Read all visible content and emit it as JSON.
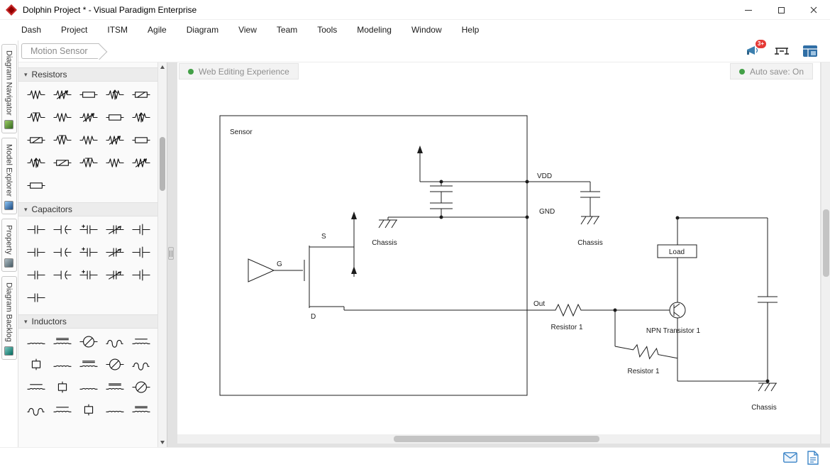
{
  "window": {
    "title": "Dolphin Project * - Visual Paradigm Enterprise"
  },
  "menu": {
    "items": [
      "Dash",
      "Project",
      "ITSM",
      "Agile",
      "Diagram",
      "View",
      "Team",
      "Tools",
      "Modeling",
      "Window",
      "Help"
    ]
  },
  "breadcrumb": {
    "label": "Motion Sensor"
  },
  "toolbar": {
    "notification_badge": "3+"
  },
  "side_tabs": {
    "items": [
      {
        "label": "Diagram Navigator"
      },
      {
        "label": "Model Explorer"
      },
      {
        "label": "Property"
      },
      {
        "label": "Diagram Backlog"
      }
    ]
  },
  "palette": {
    "sections": [
      {
        "name": "Resistors",
        "count": 21
      },
      {
        "name": "Capacitors",
        "count": 16
      },
      {
        "name": "Inductors",
        "count": 20
      }
    ]
  },
  "canvas": {
    "badge": "Web Editing Experience",
    "autosave": "Auto save: On",
    "labels": {
      "sensor": "Sensor",
      "g": "G",
      "s": "S",
      "d": "D",
      "vdd": "VDD",
      "gnd": "GND",
      "out": "Out",
      "chassis1": "Chassis",
      "chassis2": "Chassis",
      "chassis3": "Chassis",
      "resistor1": "Resistor 1",
      "resistor2": "Resistor 1",
      "npn": "NPN Transistor 1",
      "load": "Load"
    }
  },
  "colors": {
    "status_green": "#43a047",
    "badge_red": "#e53935",
    "icon_blue": "#3d85c8",
    "circuit_stroke": "#1c1c1c"
  }
}
